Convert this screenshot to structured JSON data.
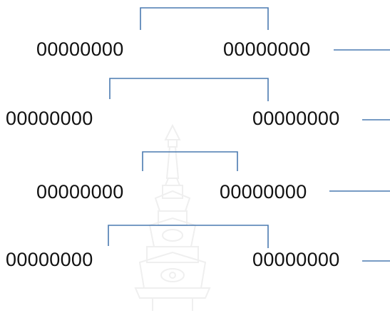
{
  "rows": [
    {
      "left": "00000000",
      "right": "00000000"
    },
    {
      "left": "00000000",
      "right": "00000000"
    },
    {
      "left": "00000000",
      "right": "00000000"
    },
    {
      "left": "00000000",
      "right": "00000000"
    }
  ],
  "colors": {
    "connector": "#4a7ab0",
    "text": "#111111",
    "watermark": "#8a8a8a"
  },
  "icons": {
    "watermark": "temple-seal-watermark"
  }
}
